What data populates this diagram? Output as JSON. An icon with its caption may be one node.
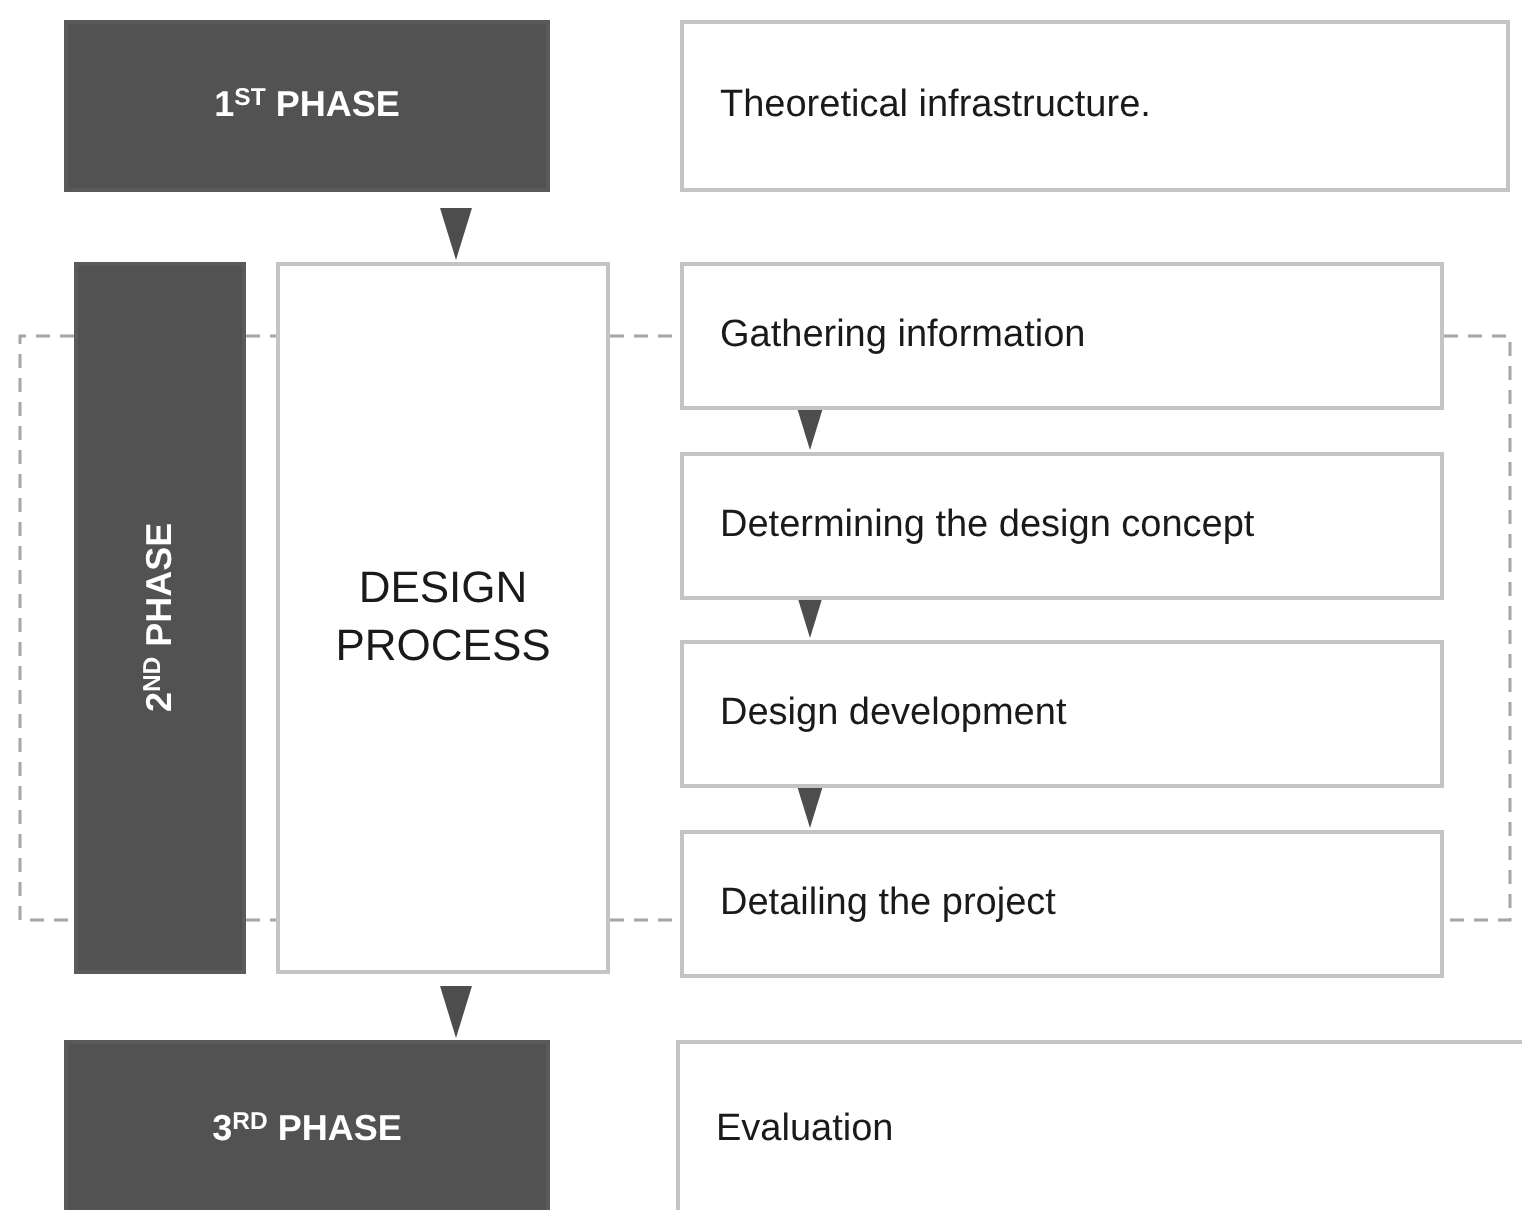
{
  "diagram": {
    "nodes": [
      {
        "text": [
          "1$^{ST}$ PHASE"
        ]
      },
      {
        "text": [
          "Theoretical infrastructure."
        ]
      },
      {
        "text": [
          "2$^{ND}$ PHASE"
        ]
      },
      {
        "text": [
          "DESIGN PROCESS"
        ]
      },
      {
        "text": [
          "Gathering information"
        ]
      },
      {
        "text": [
          "Determining the design concept"
        ]
      },
      {
        "text": [
          "Design development"
        ]
      },
      {
        "text": [
          "Detailing the project"
        ]
      },
      {
        "text": [
          "3$^{RD}$ PHASE"
        ]
      },
      {
        "text": [
          "Evaluation"
        ]
      }
    ],
    "edges": [
      {
        "from": 0,
        "to": 3,
        "arrow": "to"
      },
      {
        "from": 4,
        "to": 5,
        "arrow": "to"
      },
      {
        "from": 5,
        "to": 6,
        "arrow": "to"
      },
      {
        "from": 6,
        "to": 7,
        "arrow": "to"
      },
      {
        "from": 3,
        "to": 8,
        "arrow": "to"
      },
      {
        "from": 2,
        "to": 3,
        "arrow": "none",
        "style": "dashed"
      },
      {
        "from": 3,
        "to": 4,
        "arrow": "none",
        "style": "dashed"
      },
      {
        "from": 2,
        "to": 3,
        "arrow": "none",
        "style": "dashed"
      },
      {
        "from": 3,
        "to": 7,
        "arrow": "none",
        "style": "dashed"
      },
      {
        "from": 4,
        "to": 7,
        "arrow": "none",
        "style": "dashed"
      }
    ]
  }
}
